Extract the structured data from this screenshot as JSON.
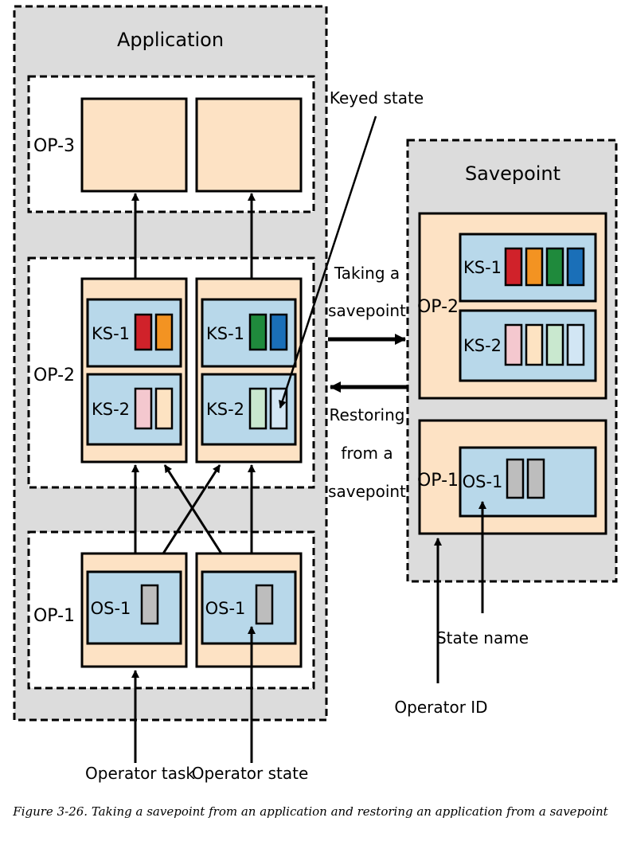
{
  "application": {
    "title": "Application",
    "op3_label": "OP-3",
    "op2_label": "OP-2",
    "op1_label": "OP-1",
    "ks1_label": "KS-1",
    "ks2_label": "KS-2",
    "os1_label": "OS-1"
  },
  "savepoint": {
    "title": "Savepoint",
    "op2_label": "OP-2",
    "op1_label": "OP-1",
    "ks1_label": "KS-1",
    "ks2_label": "KS-2",
    "os1_label": "OS-1"
  },
  "annotations": {
    "keyed_state": "Keyed state",
    "taking_line1": "Taking a",
    "taking_line2": "savepoint",
    "restoring_line1": "Restoring",
    "restoring_line2": "from a",
    "restoring_line3": "savepoint",
    "operator_task": "Operator task",
    "operator_state": "Operator state",
    "state_name": "State name",
    "operator_id": "Operator ID"
  },
  "caption": "Figure 3-26. Taking a savepoint from an application and restoring an application from a savepoint",
  "colors": {
    "container_gray": "#dcdcdc",
    "task_peach": "#fde2c4",
    "state_blue": "#b8d8ea",
    "red": "#d0222a",
    "orange": "#f39322",
    "green": "#1f8a3c",
    "blue": "#1a6fb8",
    "pink": "#f4c8cf",
    "light_peach": "#fde3c2",
    "light_green": "#c9e8cf",
    "light_blue": "#d2e6f4",
    "gray_cell": "#bdbdbd"
  }
}
